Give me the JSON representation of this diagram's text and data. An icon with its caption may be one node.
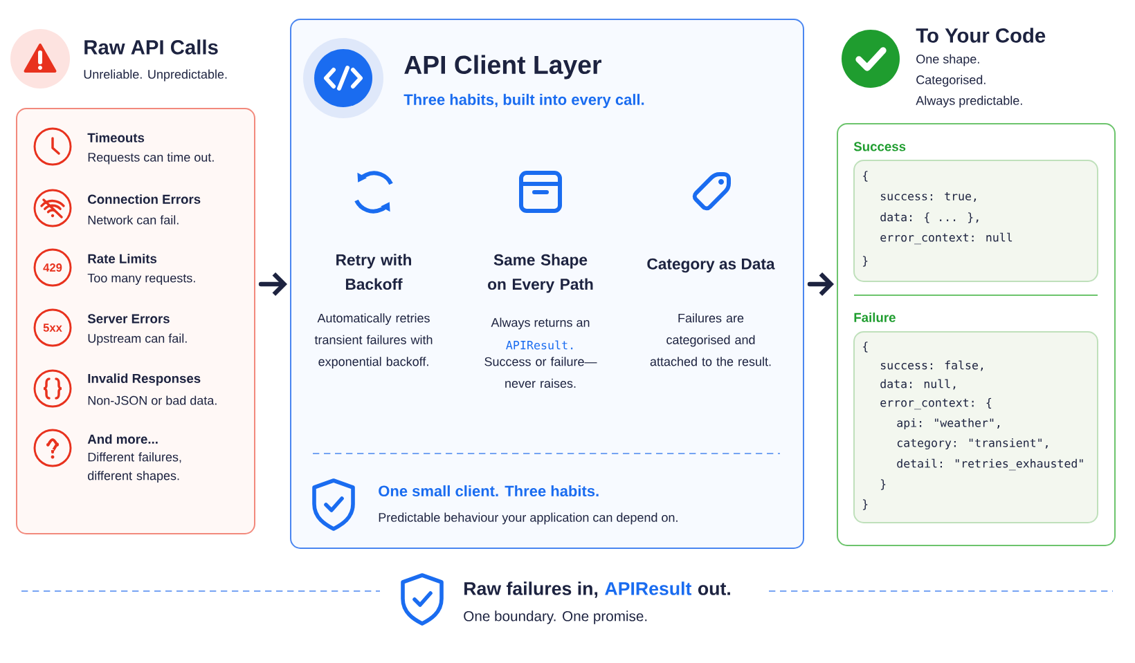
{
  "diagram": {
    "nodes": [
      {
        "text": [
          "Raw API Calls",
          "Unreliable. Unpredictable."
        ]
      },
      {
        "text": [
          "API Client Layer",
          "Three habits, built into every call."
        ]
      },
      {
        "text": [
          "To Your Code",
          "One shape.",
          "Categorised.",
          "Always predictable."
        ]
      },
      {
        "text": [
          "Success",
          "{",
          "success: true,",
          "data: { ... },",
          "error_context: null",
          "}"
        ],
        "in": 2
      },
      {
        "text": [
          "Failure",
          "{",
          "success: false,",
          "data: null,",
          "error_context: {",
          "api: \"weather\",",
          "category: \"transient\",",
          "detail: \"retries_exhausted\"",
          "}",
          "}"
        ],
        "in": 2
      }
    ],
    "edges": [
      {
        "from": 0,
        "to": 1,
        "arrow": "to"
      },
      {
        "from": 1,
        "to": 2,
        "arrow": "to"
      }
    ],
    "labels": [
      "Timeouts",
      "Requests can time out.",
      "Connection Errors",
      "Network can fail.",
      "429",
      "Rate Limits",
      "Too many requests.",
      "5xx",
      "Server Errors",
      "Upstream can fail.",
      "Invalid Responses",
      "Non-JSON or bad data.",
      "And more...",
      "Different failures, different shapes.",
      "Retry with Backoff",
      "Automatically retries transient failures with exponential backoff.",
      "Same Shape on Every Path",
      "Always returns an",
      "APIResult.",
      "Success or failure— never raises.",
      "Category as Data",
      "Failures are categorised and attached to the result.",
      "One small client. Three habits.",
      "Predictable behaviour your application can depend on.",
      "Raw failures in,",
      "APIResult",
      "out.",
      "One boundary. One promise."
    ]
  }
}
